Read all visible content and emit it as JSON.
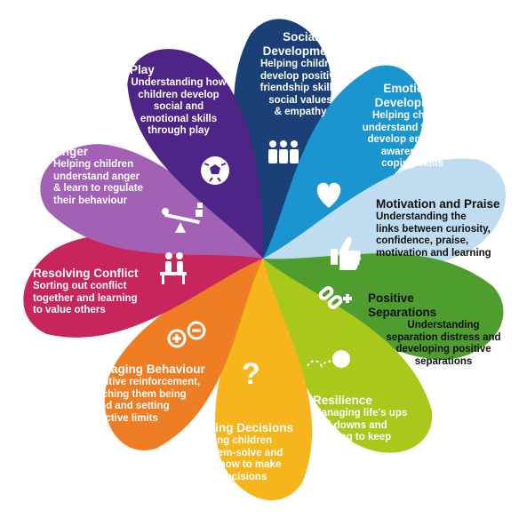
{
  "colors": {
    "social": "#1b3f77",
    "emotional": "#1a95cf",
    "motivation": "#bfdcf0",
    "separations": "#4f9d2e",
    "resilience": "#a8c81b",
    "decisions": "#f6b51c",
    "behaviour": "#ef7d23",
    "conflict": "#c8245e",
    "anger": "#a361b5",
    "play": "#4e2486"
  },
  "petals": [
    {
      "id": "social",
      "title": "Social\nDevelopment",
      "desc": "Helping children\ndevelop positive\nfriendship skills,\nsocial values\n& empathy",
      "icon": "people-icon"
    },
    {
      "id": "emotional",
      "title": "Emotional\nDevelopment",
      "desc": "Helping children\nunderstand feelings,\ndevelop emotional\nawareness &\ncoping skills",
      "icon": "heart-icon"
    },
    {
      "id": "motivation",
      "title": "Motivation and Praise",
      "desc": "Understanding the\nlinks between curiosity,\nconfidence, praise,\nmotivation and learning",
      "icon": "thumbs-up-icon"
    },
    {
      "id": "separations",
      "title": "Positive\nSeparations",
      "desc": "Understanding\nseparation distress and\ndeveloping positive\nseparations",
      "icon": "broken-link-icon"
    },
    {
      "id": "resilience",
      "title": "Resilience",
      "desc": "Managing life's ups\nand downs and\nlearning to keep\na balance",
      "icon": "bounce-ball-icon"
    },
    {
      "id": "decisions",
      "title": "Making Decisions",
      "desc": "Helping children\nproblem-solve and\nlearn how to make\ngood decisions",
      "icon": "question-mark-icon"
    },
    {
      "id": "behaviour",
      "title": "Managing Behaviour",
      "desc": "Positive reinforcement,\ncatching them being\ngood and setting\neffective limits",
      "icon": "plus-minus-icon"
    },
    {
      "id": "conflict",
      "title": "Resolving Conflict",
      "desc": "Sorting out conflict\ntogether and learning\nto value others",
      "icon": "two-people-icon"
    },
    {
      "id": "anger",
      "title": "Anger",
      "desc": "Helping children\nunderstand anger\n& learn to regulate\ntheir behaviour",
      "icon": "seesaw-icon"
    },
    {
      "id": "play",
      "title": "Play",
      "desc": "Understanding how\nchildren develop\nsocial and\nemotional skills\nthrough play",
      "icon": "football-icon"
    }
  ]
}
